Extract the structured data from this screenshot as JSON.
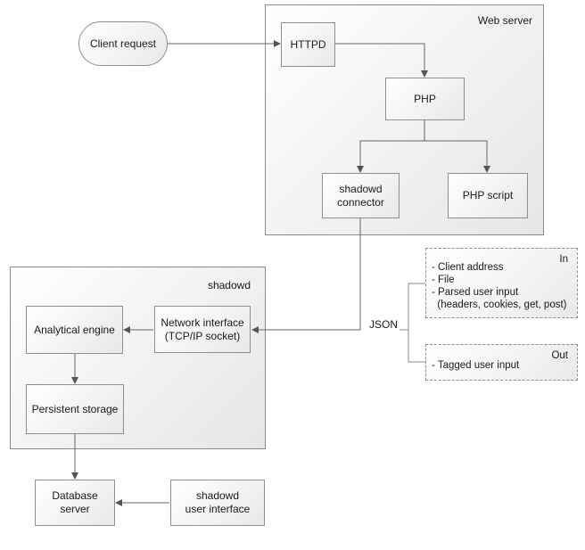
{
  "containers": {
    "web_server": "Web server",
    "shadowd": "shadowd"
  },
  "nodes": {
    "client_request": "Client request",
    "httpd": "HTTPD",
    "php": "PHP",
    "shadowd_connector": [
      "shadowd",
      "connector"
    ],
    "php_script": "PHP script",
    "network_interface": [
      "Network interface",
      "(TCP/IP socket)"
    ],
    "analytical_engine": "Analytical engine",
    "persistent_storage": "Persistent storage",
    "database_server": [
      "Database",
      "server"
    ],
    "shadowd_ui": [
      "shadowd",
      "user interface"
    ]
  },
  "edge_label": "JSON",
  "notes": {
    "in": {
      "tag": "In",
      "items": [
        "- Client address",
        "- File",
        "- Parsed user input",
        "  (headers, cookies, get, post)"
      ]
    },
    "out": {
      "tag": "Out",
      "items": [
        "- Tagged user input"
      ]
    }
  }
}
